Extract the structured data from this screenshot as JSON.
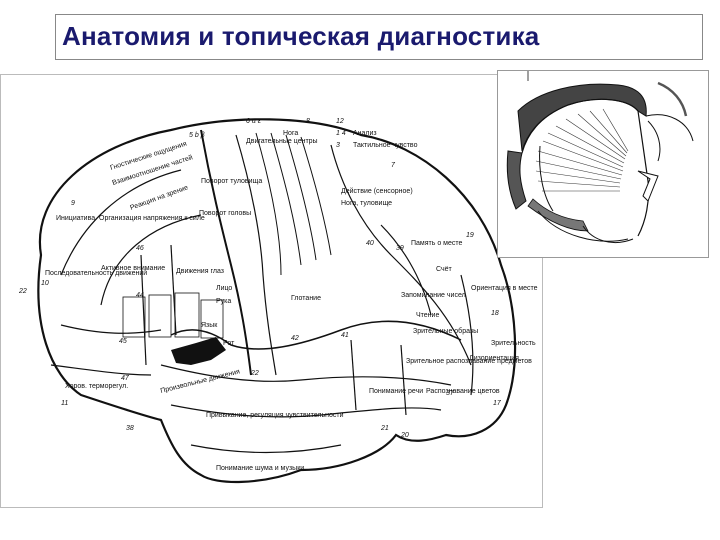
{
  "slide": {
    "title": "Анатомия и топическая диагностика"
  },
  "brain_map": {
    "area_numbers": [
      "6 α ε",
      "5 b β",
      "8",
      "12",
      "1 4",
      "3",
      "7",
      "9",
      "10",
      "46",
      "44",
      "45",
      "47",
      "40",
      "39",
      "19",
      "18",
      "17",
      "37",
      "38",
      "21",
      "22",
      "11",
      "41",
      "42",
      "22",
      "20"
    ],
    "labels": [
      "Гностические ощущения",
      "Взаимоотношение частей",
      "Двигательные центры",
      "Нога",
      "Рука",
      "Анализ",
      "Тактильное чувство",
      "Реакция на зрение",
      "Поворот туловища",
      "Поворот головы",
      "Инициатива. Организация напряжения к силе",
      "Активное внимание",
      "Последовательность движений",
      "Движения глаз",
      "Лицо",
      "Язык",
      "Рот",
      "Глотание",
      "Действие (сенсорное)",
      "Нога, туловище",
      "Память о месте",
      "Счёт",
      "Запоминание чисел",
      "Чтение",
      "Зрительные образы",
      "Ориентация в месте",
      "Зрительное распознавание предметов",
      "Дизориентация",
      "Зрительность",
      "Понимание речи",
      "Распознавание цветов",
      "Привыкание, регуляция чувствительности",
      "Понимание шума и музыки",
      "Произвольные движения",
      "Хоров. терморегул."
    ]
  },
  "cross_section": {}
}
